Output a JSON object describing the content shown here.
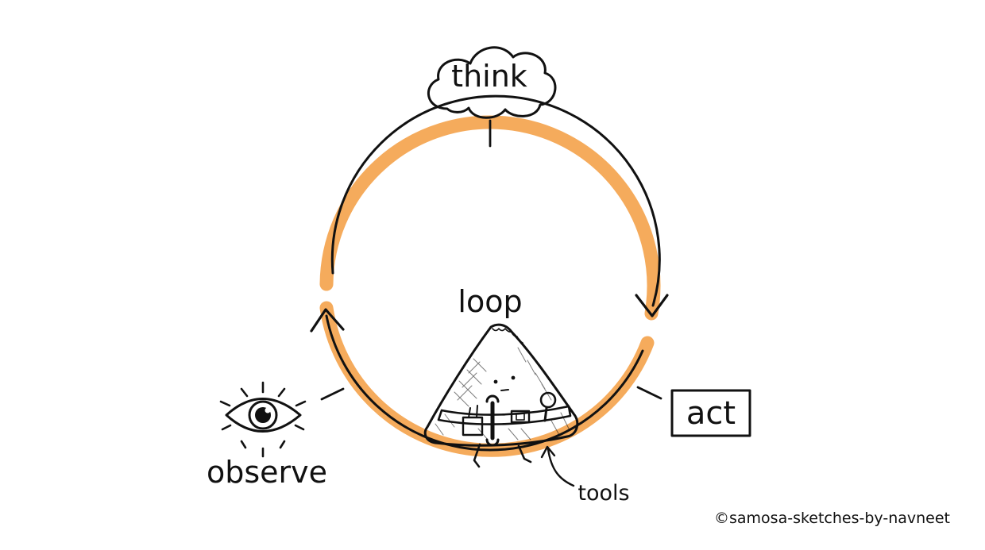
{
  "nodes": {
    "think": "think",
    "act": "act",
    "observe": "observe",
    "loop": "loop",
    "tools": "tools"
  },
  "credit": "©samosa-sketches-by-navneet",
  "colors": {
    "accent": "#f5ab5c",
    "ink": "#111111",
    "samosa": "#ffffff"
  },
  "icons": {
    "think": "cloud-icon",
    "observe": "eye-icon",
    "act": "rectangle-box",
    "center": "samosa-character-with-tool-belt"
  }
}
